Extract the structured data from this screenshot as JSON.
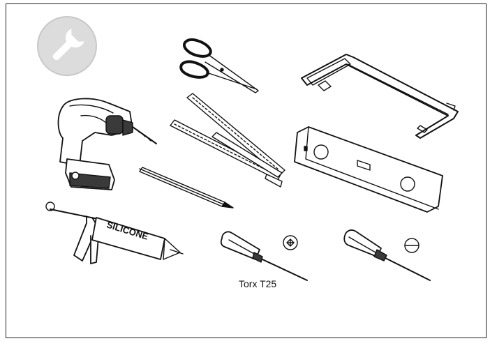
{
  "header_icon": {
    "icon": "wrench-icon",
    "circle_color": "#d9d9d9",
    "icon_color": "#ffffff"
  },
  "tools": [
    {
      "name": "scissors",
      "icon": "scissors-icon"
    },
    {
      "name": "hacksaw",
      "icon": "hacksaw-icon"
    },
    {
      "name": "cordless drill",
      "icon": "drill-icon"
    },
    {
      "name": "folding ruler",
      "icon": "folding-ruler-icon"
    },
    {
      "name": "spirit level",
      "icon": "spirit-level-icon"
    },
    {
      "name": "pencil",
      "icon": "pencil-icon"
    },
    {
      "name": "caulking gun",
      "icon": "caulking-gun-icon",
      "tube_label": "SILICONE"
    },
    {
      "name": "torx screwdriver",
      "icon": "torx-screwdriver-icon",
      "caption": "Torx T25",
      "head_icon": "torx-head-icon"
    },
    {
      "name": "flat screwdriver",
      "icon": "flat-screwdriver-icon",
      "head_icon": "slotted-head-icon"
    }
  ],
  "colors": {
    "ink": "#111111",
    "fill": "#ffffff",
    "shade": "#3a3a3a",
    "frame": "#222222"
  }
}
